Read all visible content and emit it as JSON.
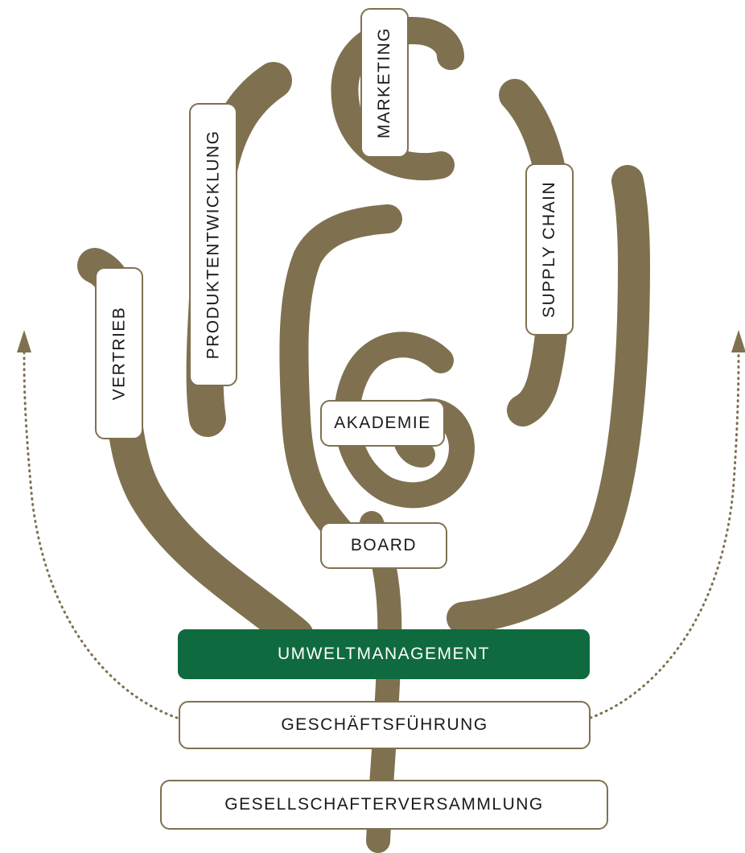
{
  "colors": {
    "branch": "#7f7150",
    "accent": "#0f6b3f",
    "box_fill": "#ffffff",
    "text": "#1a1a1a",
    "text_on_accent": "#ffffff"
  },
  "icons": {
    "left_arrow": "arrow-up-icon",
    "right_arrow": "arrow-up-icon"
  },
  "labels": {
    "vertrieb": "VERTRIEB",
    "produktentwicklung": "PRODUKTENTWICKLUNG",
    "marketing": "MARKETING",
    "supply_chain": "SUPPLY CHAIN",
    "akademie": "AKADEMIE",
    "board": "BOARD",
    "umweltmanagement": "UMWELTMANAGEMENT",
    "geschaeftsfuehrung": "GESCHÄFTSFÜHRUNG",
    "gesellschafterversammlung": "GESELLSCHAFTERVERSAMMLUNG"
  }
}
